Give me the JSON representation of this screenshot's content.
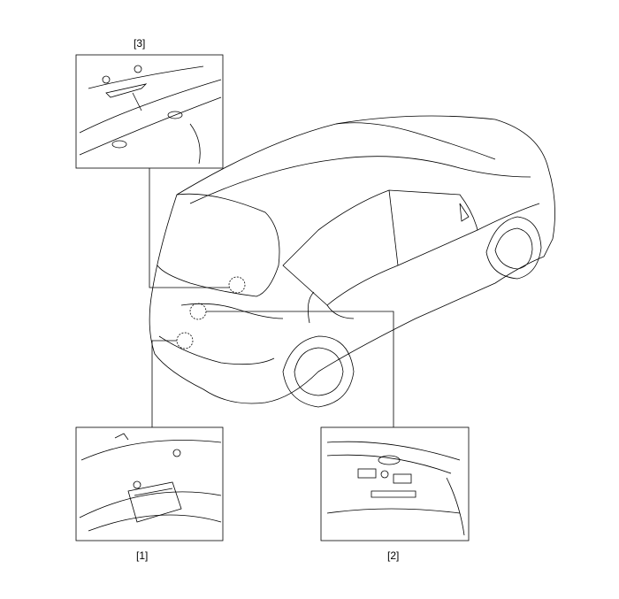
{
  "callouts": [
    {
      "id": "3",
      "label": "[3]"
    },
    {
      "id": "1",
      "label": "[1]"
    },
    {
      "id": "2",
      "label": "[2]"
    }
  ],
  "colors": {
    "line": "#000000",
    "background": "#ffffff"
  }
}
